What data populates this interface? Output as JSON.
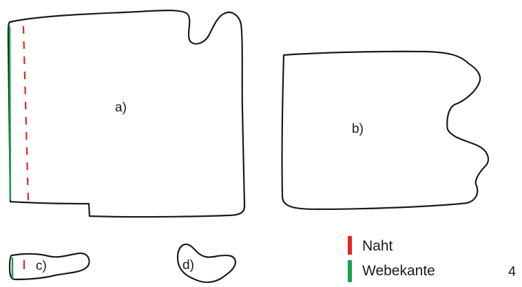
{
  "pieces": [
    {
      "id": "a",
      "label": "a)"
    },
    {
      "id": "b",
      "label": "b)"
    },
    {
      "id": "c",
      "label": "c)"
    },
    {
      "id": "d",
      "label": "d)"
    }
  ],
  "legend": {
    "seam": {
      "label": "Naht",
      "color": "#e52420"
    },
    "selvedge": {
      "label": "Webekante",
      "color": "#17a34a"
    }
  },
  "page_number": "4"
}
